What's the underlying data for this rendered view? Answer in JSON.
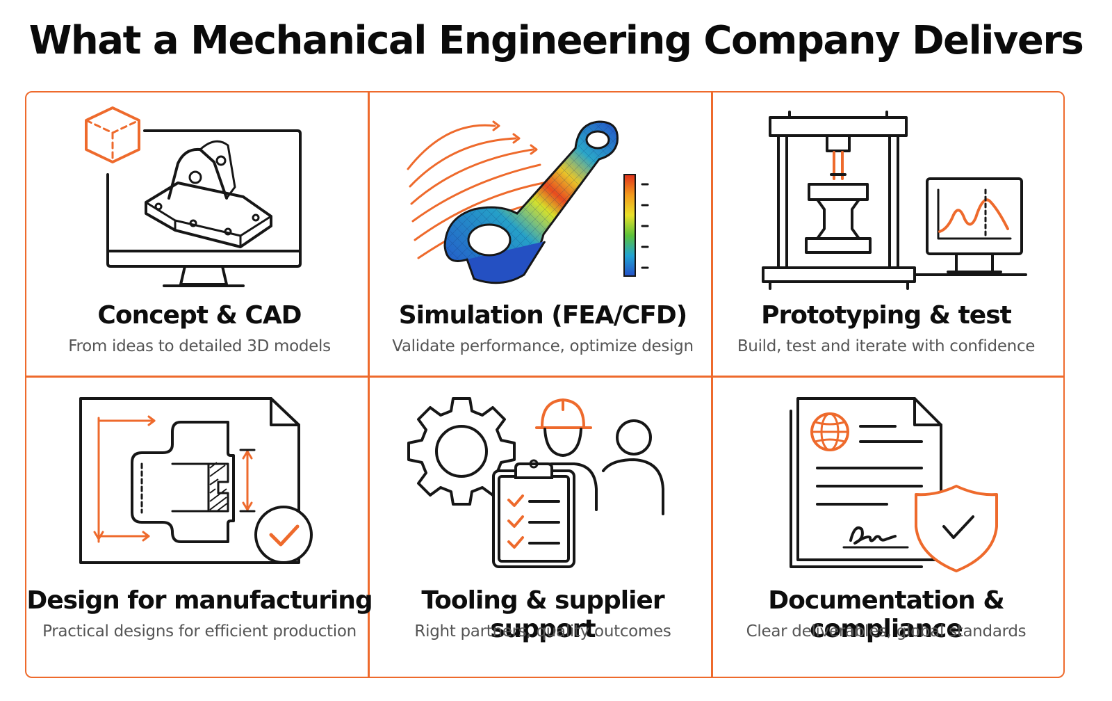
{
  "title": "What a Mechanical Engineering Company Delivers",
  "colors": {
    "accent": "#ee6a2c",
    "ink": "#161616",
    "subtext": "#555555"
  },
  "cards": [
    {
      "title": "Concept & CAD",
      "subtitle": "From ideas to detailed 3D models",
      "icon": "cad-monitor-icon"
    },
    {
      "title": "Simulation (FEA/CFD)",
      "subtitle": "Validate performance, optimize design",
      "icon": "fea-simulation-icon"
    },
    {
      "title": "Prototyping & test",
      "subtitle": "Build, test and iterate with confidence",
      "icon": "test-press-icon"
    },
    {
      "title": "Design for manufacturing",
      "subtitle": "Practical designs for efficient production",
      "icon": "dfm-drawing-icon"
    },
    {
      "title": "Tooling & supplier support",
      "subtitle": "Right partners, quality outcomes",
      "icon": "tooling-team-icon"
    },
    {
      "title": "Documentation & compliance",
      "subtitle": "Clear deliverables, global standards",
      "icon": "documentation-shield-icon"
    }
  ]
}
